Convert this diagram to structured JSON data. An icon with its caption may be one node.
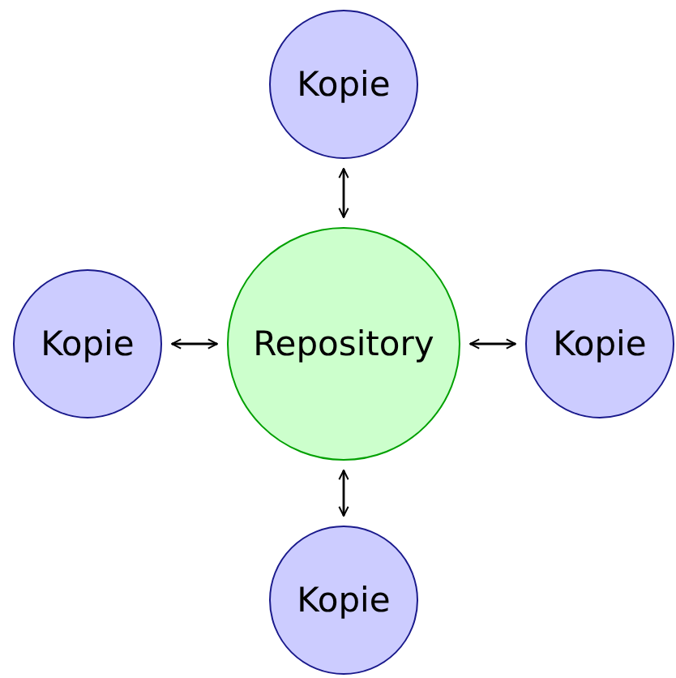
{
  "diagram": {
    "nodes": [
      {
        "text": [
          "Kopie"
        ]
      },
      {
        "text": [
          "Kopie"
        ]
      },
      {
        "text": [
          "Repository"
        ]
      },
      {
        "text": [
          "Kopie"
        ]
      },
      {
        "text": [
          "Kopie"
        ]
      }
    ],
    "edges": [
      {
        "from": 2,
        "to": 0,
        "arrow": "both"
      },
      {
        "from": 2,
        "to": 1,
        "arrow": "both"
      },
      {
        "from": 2,
        "to": 3,
        "arrow": "both"
      },
      {
        "from": 2,
        "to": 4,
        "arrow": "both"
      }
    ]
  }
}
